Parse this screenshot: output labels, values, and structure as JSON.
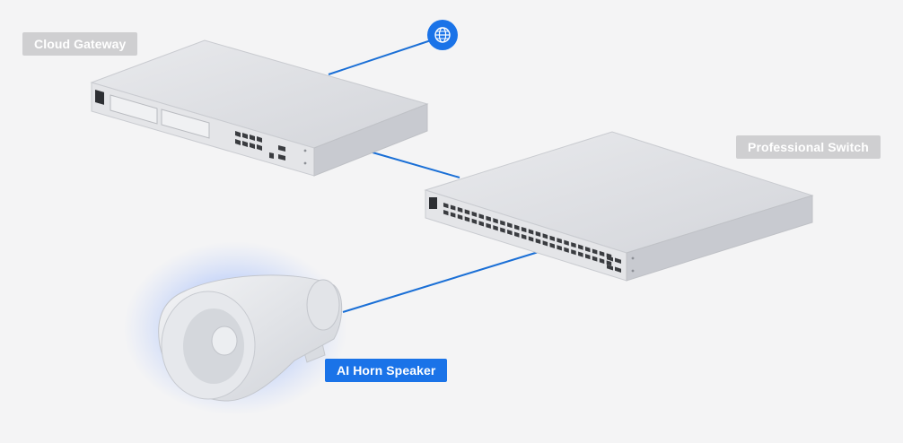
{
  "labels": {
    "cloud_gateway": "Cloud Gateway",
    "professional_switch": "Professional Switch",
    "ai_horn_speaker": "AI Horn Speaker"
  },
  "icons": {
    "internet": "globe-icon"
  },
  "colors": {
    "background": "#f4f4f5",
    "link_line": "#1a6fd6",
    "accent": "#1a73e8",
    "label_grey": "#cfcfd1",
    "device_body": "#d6d7db"
  }
}
